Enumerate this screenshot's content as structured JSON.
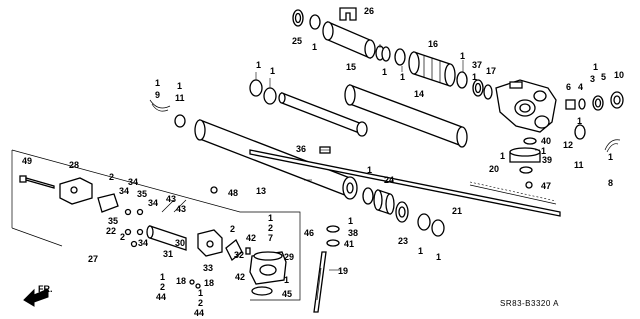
{
  "diagram": {
    "callouts": {
      "c1": "1",
      "c2": "1",
      "c3": "1",
      "c4": "1",
      "c5": "1",
      "c6": "1",
      "c7": "1",
      "c8": "1",
      "c9": "1",
      "c10": "1",
      "c11": "1",
      "c12": "1",
      "c13": "1",
      "c14": "1",
      "c15": "1",
      "c16": "1",
      "c17": "1",
      "c18": "1",
      "c19": "1",
      "c20": "1",
      "c21": "1",
      "c22": "1",
      "n2a": "2",
      "n2b": "2",
      "n2c": "2",
      "n2d": "2",
      "n2e": "2",
      "n2f": "2",
      "n3": "3",
      "n4": "4",
      "n5": "5",
      "n6": "6",
      "n7": "7",
      "n8": "8",
      "n9": "9",
      "n10": "10",
      "n11a": "11",
      "n11b": "11",
      "n12": "12",
      "n13": "13",
      "n14": "14",
      "n15": "15",
      "n16": "16",
      "n17": "17",
      "n18a": "18",
      "n18b": "18",
      "n19": "19",
      "n20": "20",
      "n21": "21",
      "n22": "22",
      "n23": "23",
      "n24": "24",
      "n25": "25",
      "n26": "26",
      "n27": "27",
      "n28": "28",
      "n29": "29",
      "n30": "30",
      "n31": "31",
      "n32": "32",
      "n33": "33",
      "n34a": "34",
      "n34b": "34",
      "n34c": "34",
      "n34d": "34",
      "n35a": "35",
      "n35b": "35",
      "n36": "36",
      "n37": "37",
      "n38": "38",
      "n39": "39",
      "n40": "40",
      "n41": "41",
      "n42a": "42",
      "n42b": "42",
      "n43a": "43",
      "n43b": "43",
      "n44a": "44",
      "n44b": "44",
      "n45": "45",
      "n46": "46",
      "n47": "47",
      "n48": "48",
      "n49": "49"
    },
    "direction_label": "FR.",
    "diagram_code": "SR83-B3320 A"
  }
}
